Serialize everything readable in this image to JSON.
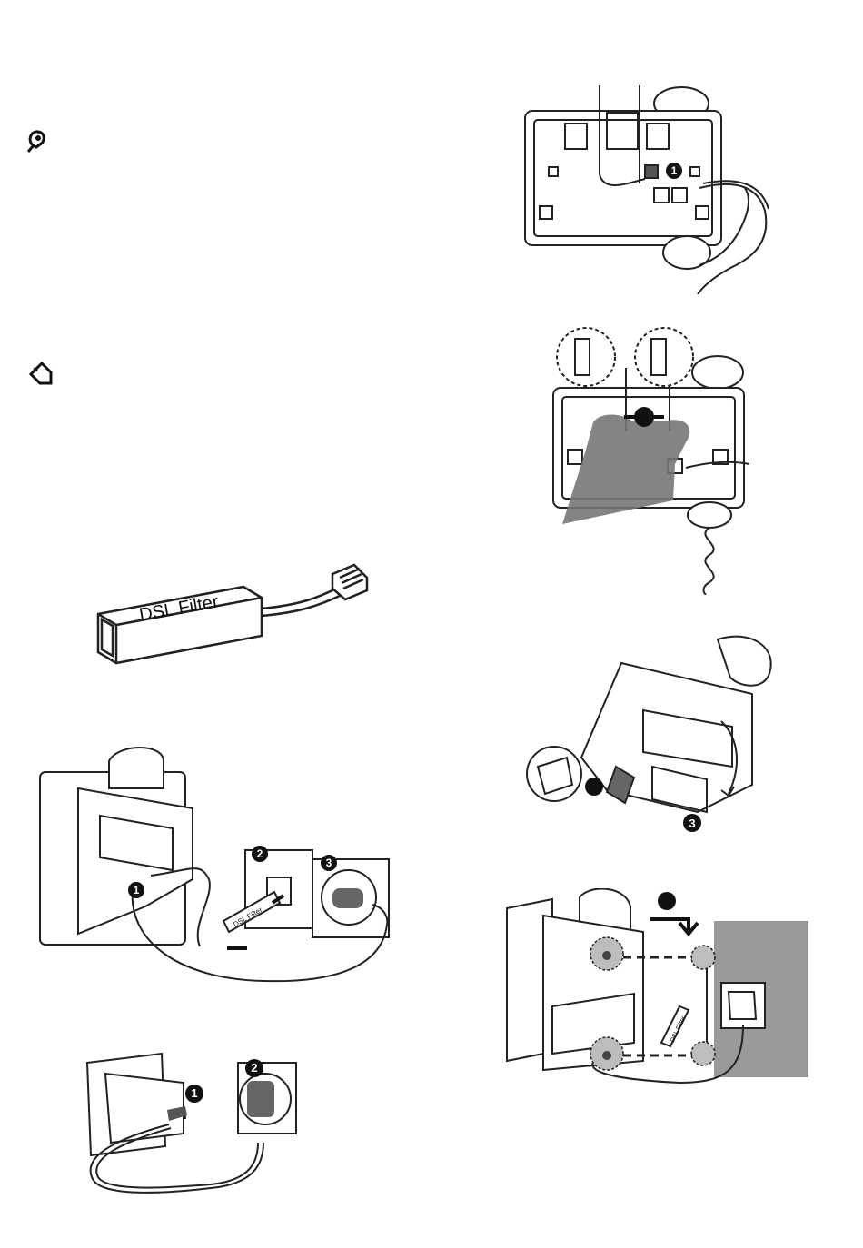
{
  "dsl_filter": {
    "label": "DSL Filter"
  },
  "wall_install": {
    "filter_label": "DSL Filter",
    "step1": "1",
    "step2": "2",
    "step3": "3"
  },
  "power_install": {
    "step1": "1",
    "step2": "2"
  },
  "cord_install": {
    "step1": "1"
  },
  "fold_stand": {
    "step3": "3"
  },
  "wall_mount": {
    "filter_label": "DSL Filter"
  },
  "colors": {
    "line": "#222222",
    "wall_grey": "#9a9a9a",
    "hand_grey": "#7a7a7a",
    "circle_grey": "#bdbdbd"
  },
  "icons": {
    "note": "plug-note-icon",
    "tip": "tag-tip-icon"
  }
}
